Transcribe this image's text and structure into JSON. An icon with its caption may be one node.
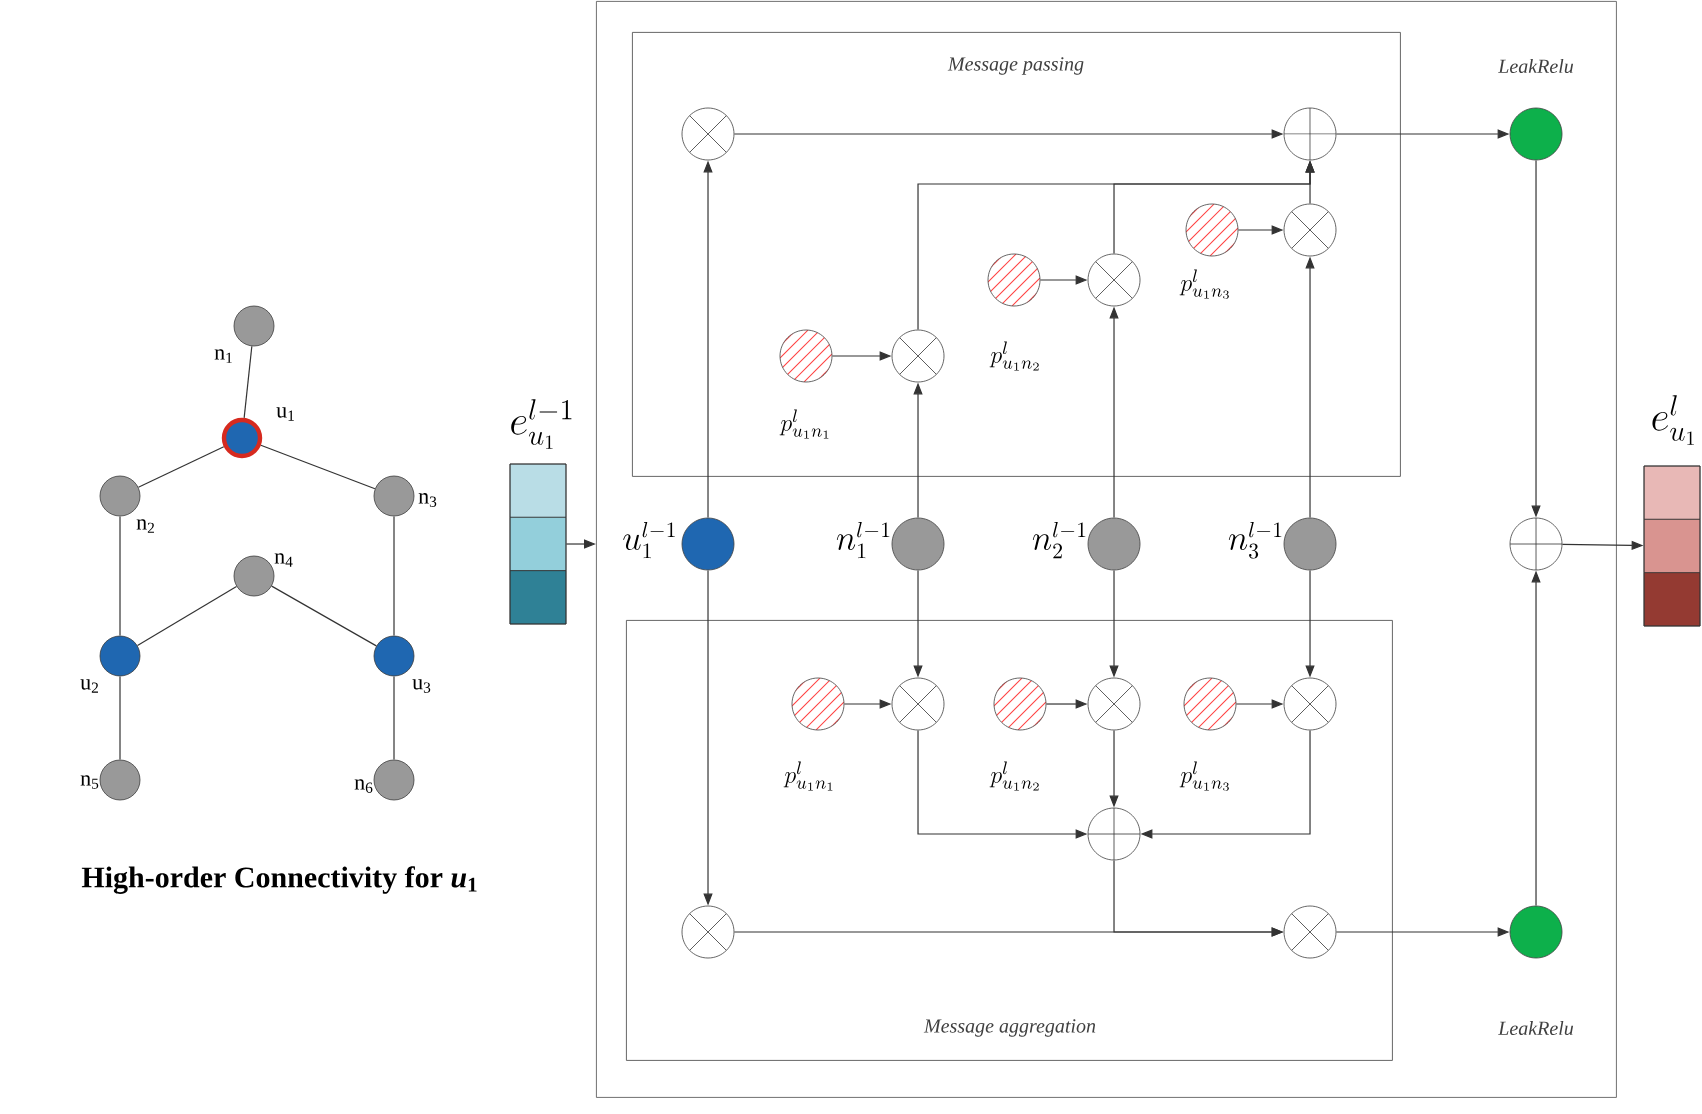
{
  "diagram": {
    "caption": "High-order Connectivity for *u*$_{1}$",
    "nodes": [
      {
        "text": [],
        "shape": "circle",
        "beside": [
          "n$_{1}$"
        ]
      },
      {
        "text": [],
        "shape": "circle",
        "beside": [
          "u$_{1}$"
        ]
      },
      {
        "text": [],
        "shape": "circle",
        "beside": [
          "n$_{2}$"
        ]
      },
      {
        "text": [],
        "shape": "circle",
        "beside": [
          "n$_{3}$"
        ]
      },
      {
        "text": [],
        "shape": "circle",
        "beside": [
          "n$_{4}$"
        ]
      },
      {
        "text": [],
        "shape": "circle",
        "beside": [
          "u$_{2}$"
        ]
      },
      {
        "text": [],
        "shape": "circle",
        "beside": [
          "u$_{3}$"
        ]
      },
      {
        "text": [],
        "shape": "circle",
        "beside": [
          "n$_{5}$"
        ]
      },
      {
        "text": [],
        "shape": "circle",
        "beside": [
          "n$_{6}$"
        ]
      },
      {
        "text": [],
        "shape": "bar",
        "beside": [
          "e_{u_1}^{l-1}"
        ]
      },
      {
        "text": [],
        "shape": "box"
      },
      {
        "text": [
          "Message passing"
        ],
        "in": 10
      },
      {
        "text": [],
        "shape": "circle",
        "in": 11
      },
      {
        "text": [],
        "shape": "circle",
        "in": 11
      },
      {
        "text": [],
        "shape": "circle",
        "in": 11,
        "beside": [
          "p_{u_1n_1}^{l}"
        ]
      },
      {
        "text": [],
        "shape": "circle",
        "in": 11
      },
      {
        "text": [],
        "shape": "circle",
        "in": 11,
        "beside": [
          "p_{u_1n_2}^{l}"
        ]
      },
      {
        "text": [],
        "shape": "circle",
        "in": 11
      },
      {
        "text": [],
        "shape": "circle",
        "in": 11,
        "beside": [
          "p_{u_1n_3}^{l}"
        ]
      },
      {
        "text": [],
        "shape": "circle",
        "in": 11
      },
      {
        "text": [],
        "shape": "circle",
        "in": 10,
        "beside": [
          "u_1^{l-1}"
        ]
      },
      {
        "text": [],
        "shape": "circle",
        "in": 10,
        "beside": [
          "n_1^{l-1}"
        ]
      },
      {
        "text": [],
        "shape": "circle",
        "in": 10,
        "beside": [
          "n_2^{l-1}"
        ]
      },
      {
        "text": [],
        "shape": "circle",
        "in": 10,
        "beside": [
          "n_3^{l-1}"
        ]
      },
      {
        "text": [
          "Message aggregation"
        ],
        "in": 10
      },
      {
        "text": [],
        "shape": "circle",
        "in": 24,
        "beside": [
          "p_{u_1n_1}^{l}"
        ]
      },
      {
        "text": [],
        "shape": "circle",
        "in": 24
      },
      {
        "text": [],
        "shape": "circle",
        "in": 24,
        "beside": [
          "p_{u_1n_2}^{l}"
        ]
      },
      {
        "text": [],
        "shape": "circle",
        "in": 24
      },
      {
        "text": [],
        "shape": "circle",
        "in": 24,
        "beside": [
          "p_{u_1n_3}^{l}"
        ]
      },
      {
        "text": [],
        "shape": "circle",
        "in": 24
      },
      {
        "text": [],
        "shape": "circle",
        "in": 24
      },
      {
        "text": [],
        "shape": "circle",
        "in": 24
      },
      {
        "text": [],
        "shape": "circle",
        "in": 24
      },
      {
        "text": [],
        "shape": "circle",
        "in": 10,
        "beside": [
          "LeakRelu"
        ]
      },
      {
        "text": [],
        "shape": "circle",
        "in": 10
      },
      {
        "text": [],
        "shape": "circle",
        "in": 10,
        "beside": [
          "LeakRelu"
        ]
      },
      {
        "text": [],
        "shape": "bar",
        "beside": [
          "e_{u_1}^{l}"
        ]
      }
    ],
    "edges": [
      {
        "from": 0,
        "to": 1,
        "arrow": "none"
      },
      {
        "from": 1,
        "to": 2,
        "arrow": "none"
      },
      {
        "from": 1,
        "to": 3,
        "arrow": "none"
      },
      {
        "from": 2,
        "to": 5,
        "arrow": "none"
      },
      {
        "from": 3,
        "to": 6,
        "arrow": "none"
      },
      {
        "from": 4,
        "to": 5,
        "arrow": "none"
      },
      {
        "from": 4,
        "to": 6,
        "arrow": "none"
      },
      {
        "from": 5,
        "to": 7,
        "arrow": "none"
      },
      {
        "from": 6,
        "to": 8,
        "arrow": "none"
      },
      {
        "from": 9,
        "to": 10,
        "arrow": "to"
      },
      {
        "from": 20,
        "to": 12,
        "arrow": "to"
      },
      {
        "from": 12,
        "to": 13,
        "arrow": "to"
      },
      {
        "from": 14,
        "to": 15,
        "arrow": "to"
      },
      {
        "from": 21,
        "to": 15,
        "arrow": "to"
      },
      {
        "from": 15,
        "to": 13,
        "arrow": "to"
      },
      {
        "from": 16,
        "to": 17,
        "arrow": "to"
      },
      {
        "from": 22,
        "to": 17,
        "arrow": "to"
      },
      {
        "from": 17,
        "to": 13,
        "arrow": "to"
      },
      {
        "from": 18,
        "to": 19,
        "arrow": "to"
      },
      {
        "from": 23,
        "to": 19,
        "arrow": "to"
      },
      {
        "from": 19,
        "to": 13,
        "arrow": "to"
      },
      {
        "from": 13,
        "to": 34,
        "arrow": "to"
      },
      {
        "from": 34,
        "to": 35,
        "arrow": "to"
      },
      {
        "from": 36,
        "to": 35,
        "arrow": "to"
      },
      {
        "from": 35,
        "to": 37,
        "arrow": "to"
      },
      {
        "from": 20,
        "to": 32,
        "arrow": "to"
      },
      {
        "from": 21,
        "to": 26,
        "arrow": "to"
      },
      {
        "from": 25,
        "to": 26,
        "arrow": "to"
      },
      {
        "from": 22,
        "to": 28,
        "arrow": "to"
      },
      {
        "from": 27,
        "to": 28,
        "arrow": "to"
      },
      {
        "from": 23,
        "to": 30,
        "arrow": "to"
      },
      {
        "from": 29,
        "to": 30,
        "arrow": "to"
      },
      {
        "from": 26,
        "to": 31,
        "arrow": "to"
      },
      {
        "from": 28,
        "to": 31,
        "arrow": "to"
      },
      {
        "from": 30,
        "to": 31,
        "arrow": "to"
      },
      {
        "from": 32,
        "to": 33,
        "arrow": "to"
      },
      {
        "from": 31,
        "to": 33,
        "arrow": "to"
      },
      {
        "from": 33,
        "to": 36,
        "arrow": "to"
      }
    ]
  }
}
